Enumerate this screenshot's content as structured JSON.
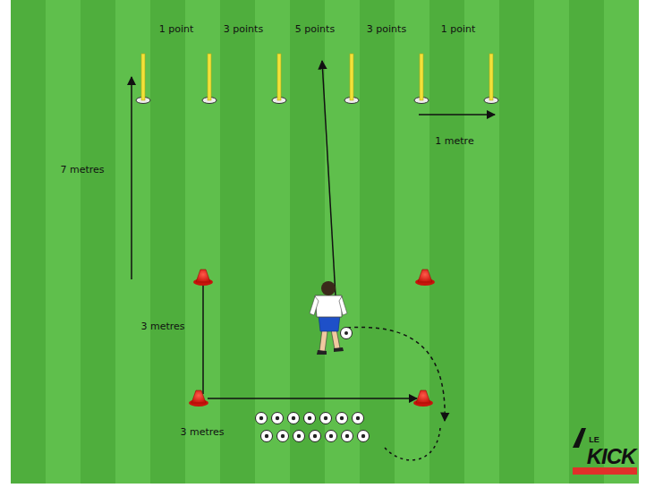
{
  "diagram": {
    "labels": [
      "1 point",
      "3 points",
      "5 points",
      "3 points",
      "1 point",
      "1 metre",
      "7 metres",
      "3 metres",
      "3 metres",
      "LE",
      "KICK"
    ]
  }
}
